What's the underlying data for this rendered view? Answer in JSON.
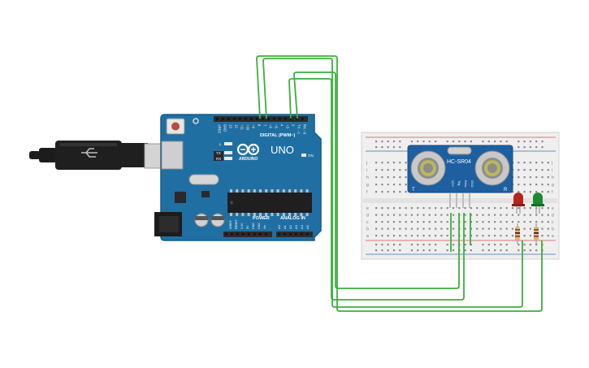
{
  "arduino": {
    "logo_text": "UNO",
    "brand_text": "ARDUINO",
    "digital_label": "DIGITAL (PWM~)",
    "power_label": "POWER",
    "analog_label": "ANALOG IN",
    "led_labels": [
      "L",
      "TX",
      "RX"
    ],
    "on_label": "ON",
    "digital_pins": [
      "AREF",
      "GND",
      "13",
      "12",
      "~11",
      "~10",
      "~9",
      "8",
      "7",
      "~6",
      "~5",
      "4",
      "~3",
      "2",
      "TX→1",
      "RX←0"
    ],
    "power_pins": [
      "IOREF",
      "RESET",
      "3.3V",
      "5V",
      "GND",
      "GND",
      "Vin"
    ],
    "analog_pins": [
      "A0",
      "A1",
      "A2",
      "A3",
      "A4",
      "A5"
    ],
    "colors": {
      "board": "#1f6fa3",
      "board_edge": "#155b88",
      "header": "#2b2b2b"
    }
  },
  "usb_cable": {
    "color": "#1c1c1c"
  },
  "breadboard": {
    "row_labels_top": [
      "j",
      "i",
      "h",
      "g",
      "f"
    ],
    "row_labels_bottom": [
      "e",
      "d",
      "c",
      "b",
      "a"
    ],
    "colors": {
      "body": "#efefef",
      "rail_red": "#d9534f",
      "rail_blue": "#3b6fb5"
    }
  },
  "sensor": {
    "model": "HC-SR04",
    "left_label": "T",
    "right_label": "R",
    "pin_labels": [
      "VCC",
      "Trig",
      "Echo",
      "GND"
    ],
    "colors": {
      "board": "#1d5fa0",
      "transducer": "#c8c8c8"
    }
  },
  "leds": [
    {
      "name": "red-led",
      "color": "#b3261e"
    },
    {
      "name": "green-led",
      "color": "#1e8a32"
    }
  ],
  "resistors": [
    {
      "name": "resistor-left"
    },
    {
      "name": "resistor-right"
    }
  ],
  "wire_color": "#3dae3d"
}
